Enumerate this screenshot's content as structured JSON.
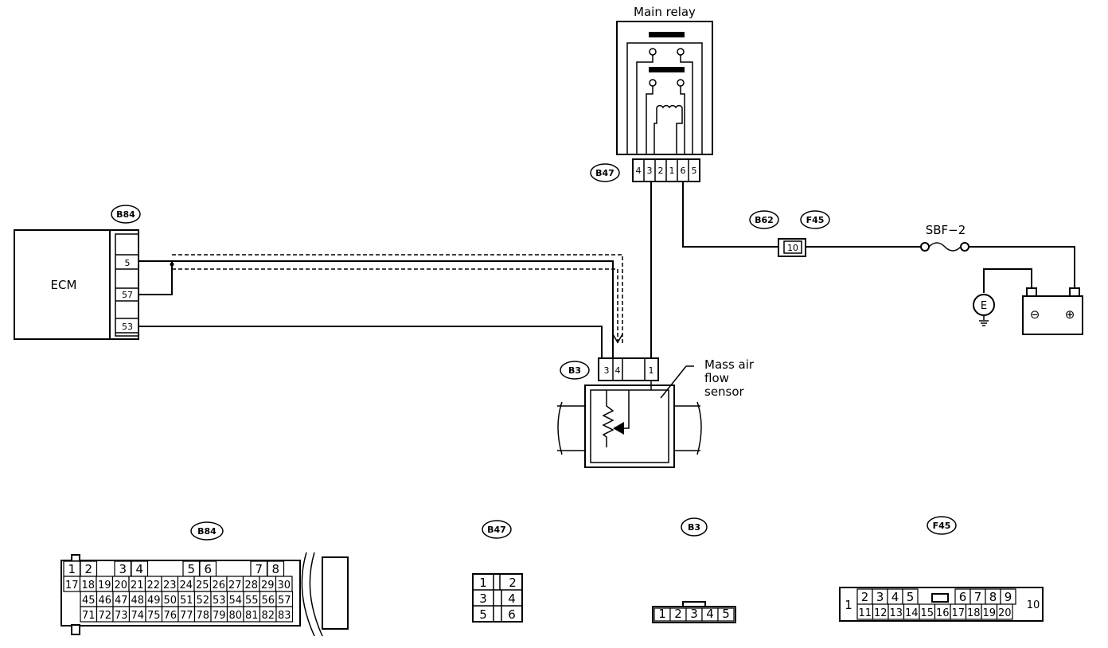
{
  "diagram": {
    "main_relay_label": "Main relay",
    "ecm_label": "ECM",
    "maf_label": [
      "Mass air",
      "flow",
      "sensor"
    ],
    "fuse_label": "SBF−2",
    "ground_symbol": "E",
    "battery_minus": "⊖",
    "battery_plus": "⊕",
    "connectors": {
      "b47": "B47",
      "b84": "B84",
      "b62": "B62",
      "f45": "F45",
      "b3": "B3"
    },
    "b47_pins_used": [
      "4",
      "3",
      "2",
      "1",
      "6",
      "5"
    ],
    "ecm_pins": [
      "5",
      "57",
      "53"
    ],
    "b3_pins_used": [
      "3",
      "4",
      "1"
    ],
    "f45_pin_used": "10"
  },
  "connector_views": {
    "b84": {
      "tag": "B84",
      "row1": [
        "1",
        "2",
        "",
        "3",
        "4",
        "",
        "5",
        "6",
        "",
        "7",
        "8"
      ],
      "row2": [
        "17",
        "18",
        "19",
        "20",
        "21",
        "22",
        "23",
        "24",
        "25",
        "26",
        "27",
        "28",
        "29",
        "30"
      ],
      "row3": [
        "45",
        "46",
        "47",
        "48",
        "49",
        "50",
        "51",
        "52",
        "53",
        "54",
        "55",
        "56",
        "57"
      ],
      "row4": [
        "71",
        "72",
        "73",
        "74",
        "75",
        "76",
        "77",
        "78",
        "79",
        "80",
        "81",
        "82",
        "83"
      ]
    },
    "b47": {
      "tag": "B47",
      "cells": [
        "1",
        "",
        "2",
        "3",
        "4",
        "5",
        "6"
      ]
    },
    "b3": {
      "tag": "B3",
      "cells": [
        "1",
        "2",
        "3",
        "4",
        "5"
      ]
    },
    "f45": {
      "tag": "F45",
      "left": "1",
      "top": [
        "2",
        "3",
        "4",
        "5",
        "6",
        "7",
        "8",
        "9"
      ],
      "bottom": [
        "11",
        "12",
        "13",
        "14",
        "15",
        "16",
        "17",
        "18",
        "19",
        "20"
      ],
      "right": "10"
    }
  }
}
